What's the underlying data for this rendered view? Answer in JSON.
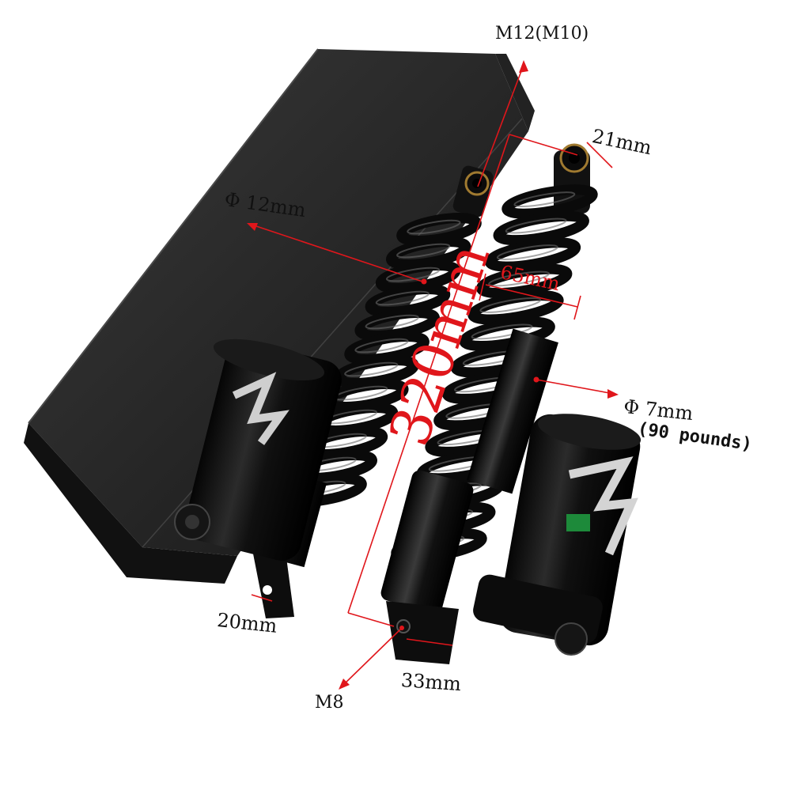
{
  "labels": {
    "top_thread": "M12(M10)",
    "eye_width": "21mm",
    "rod_diameter": "Φ 12mm",
    "spring_od": "65mm",
    "overall_length": "320mm",
    "wire_diameter": "Φ 7mm",
    "spring_rate": "(90 pounds)",
    "clevis_gap": "20mm",
    "bottom_thread": "M8",
    "clevis_width": "33mm"
  },
  "colors": {
    "dimension_red": "#e0161b",
    "product_black": "#0c0c0c"
  }
}
